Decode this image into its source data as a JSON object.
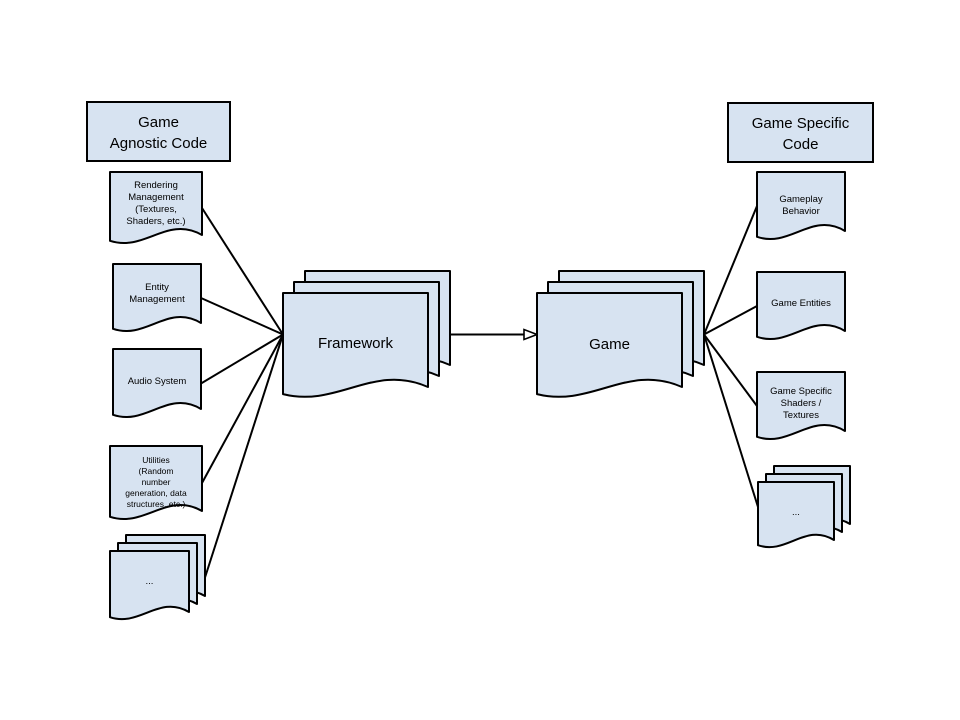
{
  "canvas": {
    "background": "#ffffff"
  },
  "shape_style": {
    "fill": "#d7e3f1",
    "stroke": "#000000",
    "connector": "#000000",
    "arrowhead_fill": "#ffffff"
  },
  "headers": [
    {
      "id": "game-agnostic-code",
      "lines": [
        "Game",
        "Agnostic Code"
      ]
    },
    {
      "id": "game-specific-code",
      "lines": [
        "Game Specific",
        "Code"
      ]
    }
  ],
  "nodes": [
    {
      "id": "rendering-management",
      "lines": [
        "Rendering",
        "Management",
        "(Textures,",
        "Shaders, etc.)"
      ]
    },
    {
      "id": "entity-management",
      "lines": [
        "Entity",
        "Management"
      ]
    },
    {
      "id": "audio-system",
      "lines": [
        "Audio System"
      ]
    },
    {
      "id": "utilities",
      "lines": [
        "Utilities",
        "(Random",
        "number",
        "generation, data",
        "structures, etc.)"
      ]
    },
    {
      "id": "left-more",
      "lines": [
        "..."
      ]
    },
    {
      "id": "framework",
      "lines": [
        "Framework"
      ]
    },
    {
      "id": "game",
      "lines": [
        "Game"
      ]
    },
    {
      "id": "gameplay-behavior",
      "lines": [
        "Gameplay",
        "Behavior"
      ]
    },
    {
      "id": "game-entities",
      "lines": [
        "Game Entities"
      ]
    },
    {
      "id": "game-specific-shaders",
      "lines": [
        "Game Specific",
        "Shaders /",
        "Textures"
      ]
    },
    {
      "id": "right-more",
      "lines": [
        "..."
      ]
    }
  ],
  "edges": [
    {
      "from": "rendering-management",
      "to": "framework"
    },
    {
      "from": "entity-management",
      "to": "framework"
    },
    {
      "from": "audio-system",
      "to": "framework"
    },
    {
      "from": "utilities",
      "to": "framework"
    },
    {
      "from": "left-more",
      "to": "framework"
    },
    {
      "from": "framework",
      "to": "game",
      "arrow": true
    },
    {
      "from": "game",
      "to": "gameplay-behavior"
    },
    {
      "from": "game",
      "to": "game-entities"
    },
    {
      "from": "game",
      "to": "game-specific-shaders"
    },
    {
      "from": "game",
      "to": "right-more"
    }
  ]
}
